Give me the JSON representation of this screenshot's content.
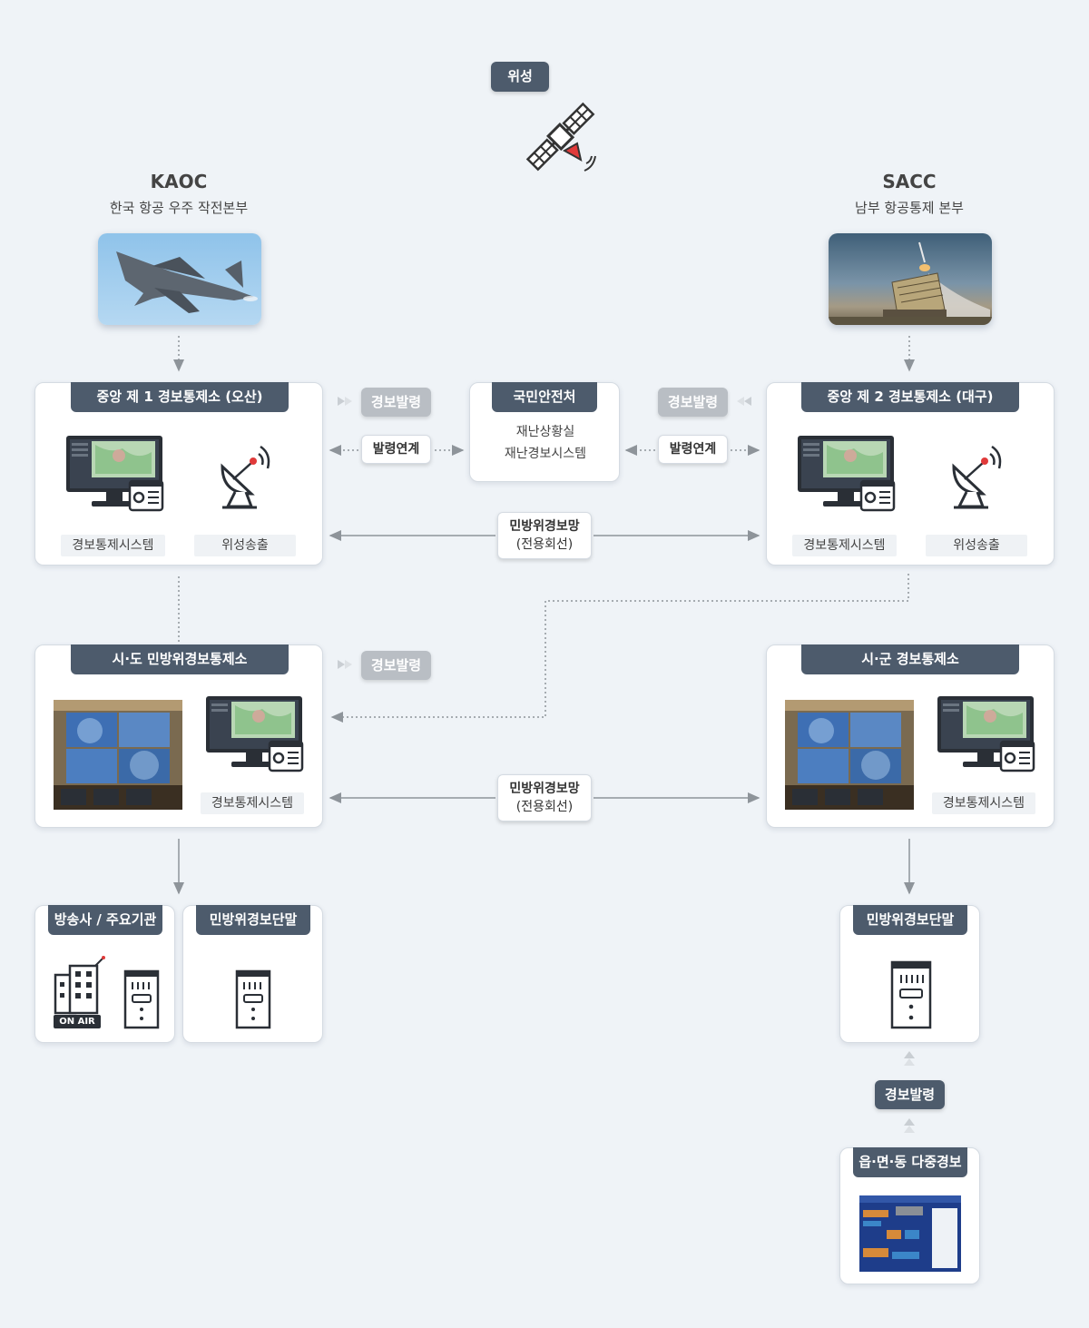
{
  "satellite": {
    "label": "위성"
  },
  "kaoc": {
    "code": "KAOC",
    "name": "한국 항공 우주 작전본부"
  },
  "sacc": {
    "code": "SACC",
    "name": "남부 항공통제 본부"
  },
  "central1": {
    "title": "중앙 제 1 경보통제소 (오산)",
    "system_label": "경보통제시스템",
    "satellite_label": "위성송출"
  },
  "central2": {
    "title": "중앙 제 2 경보통제소 (대구)",
    "system_label": "경보통제시스템",
    "satellite_label": "위성송출"
  },
  "ministry": {
    "title": "국민안전처",
    "line1": "재난상황실",
    "line2": "재난경보시스템"
  },
  "links": {
    "alert_issue_left": "경보발령",
    "alert_link_left": "발령연계",
    "alert_issue_right": "경보발령",
    "alert_link_right": "발령연계",
    "network1_line1": "민방위경보망",
    "network1_line2": "(전용회선)",
    "network2_line1": "민방위경보망",
    "network2_line2": "(전용회선)",
    "alert_issue_sido": "경보발령",
    "alert_issue_bottom": "경보발령"
  },
  "sido": {
    "title": "시·도 민방위경보통제소",
    "system_label": "경보통제시스템"
  },
  "sigun": {
    "title": "시·군 경보통제소",
    "system_label": "경보통제시스템"
  },
  "broadcast": {
    "title": "방송사 / 주요기관",
    "on_air": "ON AIR"
  },
  "terminal_left": {
    "title": "민방위경보단말"
  },
  "terminal_right": {
    "title": "민방위경보단말"
  },
  "multi_alert": {
    "title": "읍·면·동 다중경보"
  },
  "icons": {
    "satellite": "satellite-icon",
    "monitor": "monitor-icon",
    "dish": "satellite-dish-icon",
    "building": "broadcast-building-icon",
    "terminal": "alert-terminal-icon"
  },
  "colors": {
    "background": "#eff3f7",
    "tab": "#4d5b6c",
    "grey_pill": "#b9bec4",
    "line": "#9aa0a6",
    "accent_red": "#e03a3a"
  }
}
